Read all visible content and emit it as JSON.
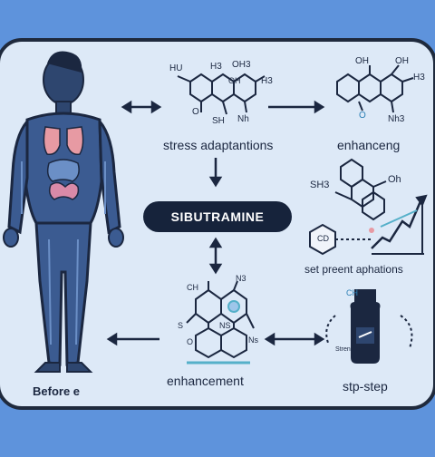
{
  "title": "SIBUTRAMINE",
  "labels": {
    "stress": "stress adaptantions",
    "enhancing": "enhanceng",
    "set_present": "set preent aphations",
    "before": "Before e",
    "enhancement": "enhancement",
    "step": "stp-step"
  },
  "molecule_labels": {
    "m1_a": "HU",
    "m1_b": "OH3",
    "m1_c": "H3",
    "m1_d": "H3",
    "m1_e": "OH",
    "m1_f": "SH",
    "m1_g": "Nh",
    "m1_h": "O",
    "m2_a": "OH",
    "m2_b": "OH",
    "m2_c": "H3",
    "m2_d": "O",
    "m2_e": "Nh3",
    "m3_a": "SH3",
    "m3_b": "Oh",
    "m3_c": "CD",
    "m4_a": "N3",
    "m4_b": "S",
    "m4_c": "Ns",
    "m4_d": "NS",
    "m4_e": "O",
    "m4_f": "CH",
    "bottle_lbl": "CH",
    "side_lbl": "Stren"
  },
  "colors": {
    "panel_bg": "#dde9f7",
    "outer_bg": "#5e93dc",
    "dark": "#16233b",
    "body_blue": "#4d6ea8",
    "lung_pink": "#e79aa3",
    "accent_teal": "#55b0c9"
  }
}
